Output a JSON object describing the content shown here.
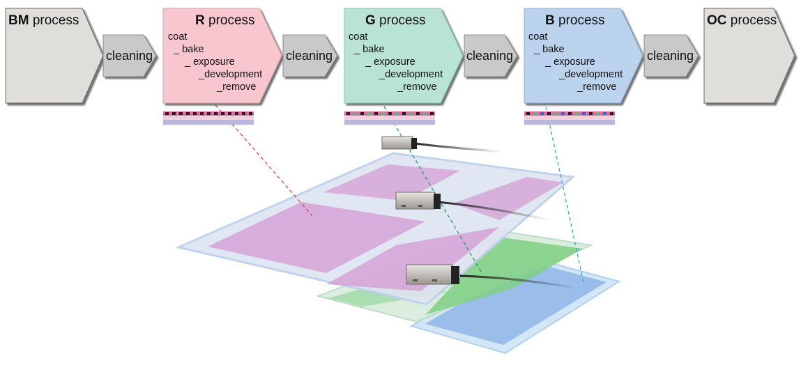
{
  "processes": {
    "bm": {
      "bold": "BM",
      "rest": " process"
    },
    "r": {
      "bold": "R",
      "rest": " process",
      "color": "#f7c6cf",
      "steps": [
        "coat",
        "_ bake",
        "_ exposure",
        "_development",
        "_remove"
      ]
    },
    "g": {
      "bold": "G",
      "rest": " process",
      "color": "#b9e3d5",
      "steps": [
        "coat",
        "_ bake",
        "_ exposure",
        "_development",
        "_remove"
      ]
    },
    "b": {
      "bold": "B",
      "rest": " process",
      "color": "#bcd3ee",
      "steps": [
        "coat",
        "_ bake",
        "_ exposure",
        "_development",
        "_remove"
      ]
    },
    "oc": {
      "bold": "OC",
      "rest": " process"
    }
  },
  "cleaning": [
    "cleaning",
    "cleaning",
    "cleaning",
    "cleaning"
  ],
  "colors": {
    "grey_box": "#e0dedb",
    "cleaning_box": "#c9c9c9",
    "red_line": "#e0403a",
    "green_line": "#1e9a6a",
    "blue_line": "#2aa7e0",
    "panel_pink": "#d9a6d8",
    "panel_green": "#7fcf84",
    "panel_blue": "#8fb6e6"
  }
}
